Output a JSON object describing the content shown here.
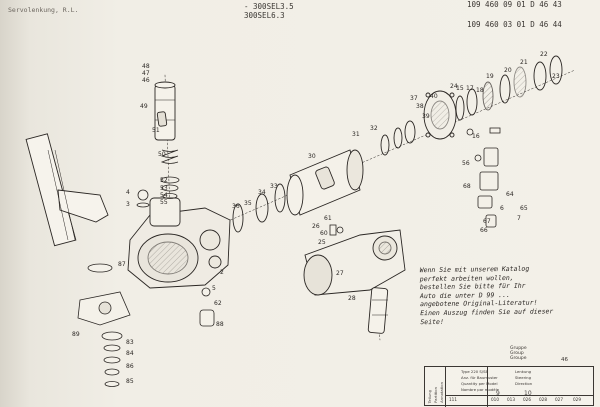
{
  "header": {
    "left_faded": "Servolenkung, R.L.",
    "model_line_1": "- 300SEL3.5",
    "model_line_2": "300SEL6.3",
    "part_line_1": "109 460 09 01    D 46 43",
    "part_line_2": "109 460 03 01    D 46 44"
  },
  "callouts": [
    "48",
    "47",
    "46",
    "49",
    "51",
    "50",
    "52",
    "53",
    "54",
    "55",
    "4",
    "3",
    "87",
    "2",
    "5",
    "62",
    "88",
    "89",
    "84",
    "83",
    "86",
    "85",
    "36",
    "35",
    "34",
    "33",
    "30",
    "31",
    "32",
    "37",
    "38",
    "39",
    "40",
    "15",
    "17",
    "18",
    "19",
    "20",
    "21",
    "22",
    "23",
    "24",
    "16",
    "56",
    "68",
    "64",
    "65",
    "67",
    "66",
    "6",
    "7",
    "61",
    "60",
    "26",
    "25",
    "27",
    "28",
    "9",
    "10"
  ],
  "note": {
    "lines": [
      "Wenn Sie mit unserem Katalog",
      "perfekt arbeiten wollen,",
      "bestellen Sie bitte für Ihr",
      "Auto die unter D 99 ...",
      "angebotene Original-Literatur!",
      "Einen Auszug finden Sie auf dieser",
      "Seite!"
    ]
  },
  "group_box": {
    "labels": [
      "Gruppe",
      "Group",
      "Groupe"
    ],
    "number": "46",
    "row_labels": [
      "Type 220 S/SE",
      "Anz. für Baumuster",
      "Quantity per Model",
      "Nombre par modèle"
    ],
    "side_labels": [
      "Teilung",
      "Partition",
      "Annotation"
    ],
    "direction": [
      "Lenkung",
      "Steering",
      "Direction"
    ],
    "codes": [
      "111",
      "010",
      "013",
      "026",
      "028",
      "027",
      "029"
    ]
  },
  "colors": {
    "paper": "#f1eee6",
    "ink": "#2a2622"
  }
}
